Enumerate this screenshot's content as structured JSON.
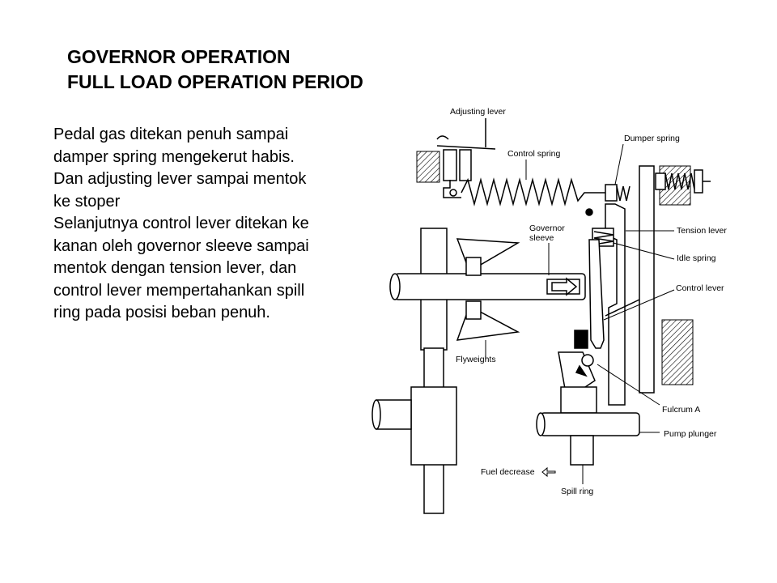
{
  "slide": {
    "title_lines": [
      "GOVERNOR OPERATION",
      "FULL LOAD OPERATION PERIOD"
    ],
    "body_lines": [
      "Pedal gas ditekan penuh sampai",
      "damper spring mengekerut habis.",
      "Dan adjusting lever sampai mentok",
      "ke stoper",
      "Selanjutnya control lever ditekan ke",
      "kanan oleh governor sleeve sampai",
      "mentok dengan tension lever, dan",
      "control lever mempertahankan spill",
      "ring pada posisi beban penuh."
    ]
  },
  "diagram": {
    "labels": {
      "adjusting_lever": "Adjusting lever",
      "control_spring": "Control spring",
      "dumper_spring": "Dumper spring",
      "governor_sleeve_1": "Governor",
      "governor_sleeve_2": "sleeve",
      "tension_lever": "Tension lever",
      "idle_spring": "Idle spring",
      "control_lever": "Control lever",
      "flyweights": "Flyweights",
      "fulcrum_a": "Fulcrum A",
      "pump_plunger": "Pump plunger",
      "fuel_decrease": "Fuel decrease",
      "spill_ring": "Spill ring"
    }
  }
}
